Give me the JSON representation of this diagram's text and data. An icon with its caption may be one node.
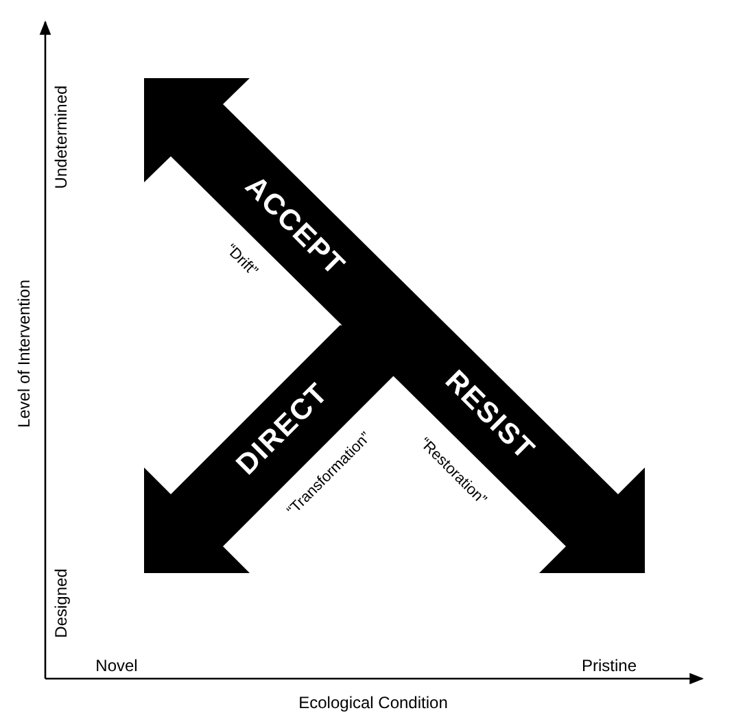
{
  "diagram": {
    "labels": [
      "Undetermined",
      "Level of Intervention",
      "ACCEPT",
      "“Drift”",
      "DIRECT",
      "RESIST",
      "“Transformation”",
      "“Restoration”",
      "Designed",
      "Novel",
      "Pristine",
      "Ecological Condition"
    ]
  }
}
